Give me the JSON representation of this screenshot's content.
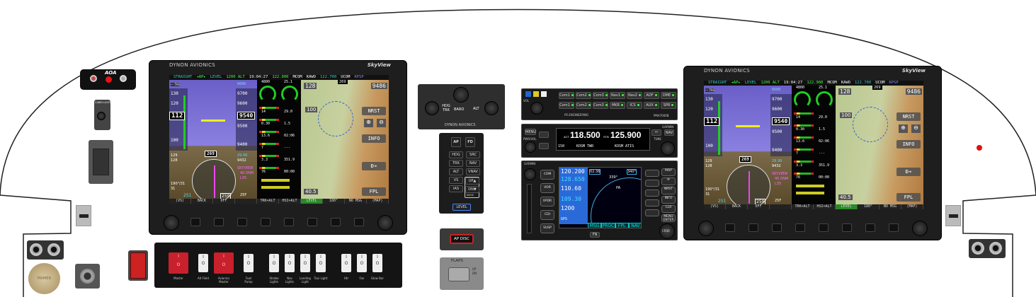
{
  "skyview": {
    "brand": "DYNON AVIONICS",
    "model": "SkyView",
    "topbar": {
      "lateral_mode": "STRAIGHT",
      "ap": "◂AP▸",
      "vertical_mode": "LEVEL",
      "alt_bug": "1200 ALT",
      "time": "19:04:27",
      "com_active": "122.900",
      "com_active_tag": "MCOM",
      "stby_id": "KAWO",
      "com_standby": "122.700",
      "com_standby_tag": "UCOM",
      "airport": "KPSP"
    },
    "pfd": {
      "tas_label": "--- TAS",
      "airspeed_ticks": [
        "130",
        "120",
        "100"
      ],
      "airspeed": "112",
      "alt_bug": "6600",
      "alt_ticks": [
        "9700",
        "9600",
        "9500",
        "9400"
      ],
      "altitude": "9540",
      "heading": "269",
      "tas": "129",
      "gs": "128",
      "baro": "29.99",
      "density_alt": "9432",
      "waypoint": "SKYVIEW",
      "waypoint_dist": "40.5NM",
      "waypoint2": "L35",
      "wind": "190°/31",
      "xwind": "31",
      "vsi": "251",
      "hdg_bug": "259",
      "oat": "25F"
    },
    "engine": {
      "rpm": "4800",
      "manifold": "25.1",
      "values": [
        [
          "14",
          "29.0"
        ],
        [
          "0.30",
          "1.5"
        ],
        [
          "13.6",
          "02:06"
        ],
        [
          "7",
          "---"
        ],
        [
          "3.3",
          "351.9"
        ],
        [
          "76",
          "00:00"
        ]
      ]
    },
    "map": {
      "gps_speed": "128",
      "gps_alt": "9486",
      "range": "100",
      "dist": "40.5",
      "nrst": "NRST",
      "info": "INFO",
      "direct": "Ð➔",
      "fpl": "FPL",
      "heading": "269"
    },
    "softkeys": [
      "(VS)",
      "BACK",
      "OFF",
      "",
      "TRK+ALT",
      "HSI+ALT",
      "LEVEL",
      "180°",
      "NO MSG",
      "(MAP)"
    ]
  },
  "left_panel": {
    "aoa_label": "AOA",
    "cabin_light": "CABIN LIGHT",
    "primer": "PRIMER"
  },
  "autopilot_knobs": {
    "hdg": "HDG TRK",
    "baro": "BARO",
    "alt": "ALT",
    "brand": "DYNON AVIONICS"
  },
  "autopilot": {
    "buttons": [
      "AP",
      "FD",
      "HDG",
      "SRC",
      "TRK",
      "NAV",
      "ALT",
      "VNAV",
      "VS",
      "IAS"
    ],
    "up": "UP▲",
    "dn": "DN▼",
    "nose": "NOSE",
    "level": "LEVEL"
  },
  "ap_disc": "AP DISC",
  "flaps": {
    "label": "FLAPS",
    "up": "UP",
    "dn": "DN"
  },
  "switches": [
    {
      "label": "Master",
      "red": true
    },
    {
      "label": "Alt Field"
    },
    {
      "label": "Avionics Master",
      "red": true
    },
    {
      "label": "Fuel Pump"
    },
    {
      "label": "Strobe Lights"
    },
    {
      "label": "Nav Lights"
    },
    {
      "label": "Landing Light"
    },
    {
      "label": "Taxi Light"
    },
    {
      "label": "Htr"
    },
    {
      "label": "Fan"
    },
    {
      "label": "Glow Bar"
    }
  ],
  "audio_panel": {
    "row1": [
      "Com1",
      "Com2",
      "Com3",
      "Nav1",
      "Nav2",
      "ADF",
      "DME"
    ],
    "row2": [
      "Com1",
      "Com2",
      "Com3",
      "MKR",
      "ICS",
      "AUX",
      "SPR"
    ],
    "brand": "PS ENGINEERING",
    "model": "PMA7000B",
    "vol": "VOL"
  },
  "com_radio": {
    "menu": "MENU",
    "pwr": "PWR/VOL",
    "act_label": "ACT",
    "active": "118.500",
    "active_name": "KOSM TWR",
    "stb_label": "STB",
    "standby": "125.900",
    "standby_name": "KOSM ATIS",
    "volume": "150",
    "brand": "GARMIN",
    "nav": "NAV",
    "tune": "TUNE"
  },
  "gtn": {
    "brand": "GARMIN",
    "left_buttons": [
      "COM",
      "VOR",
      "XPDR",
      "CDI",
      "SUSP"
    ],
    "right_buttons": [
      "MAP",
      "⟳",
      "NRST",
      "INFO",
      "CLR",
      "MENU ENTER"
    ],
    "crsr": "CRSR",
    "fn": "FN",
    "com_active": "120.200",
    "com_standby": "128.650",
    "nav_active": "110.60",
    "nav_standby": "109.30",
    "squawk": "1200",
    "mode": "GPS",
    "tabs": [
      "MSG",
      "PROC",
      "FPL",
      "NAV"
    ],
    "track": "340°",
    "dtk": "339°",
    "wpt": "PA",
    "ete": "02:36"
  }
}
